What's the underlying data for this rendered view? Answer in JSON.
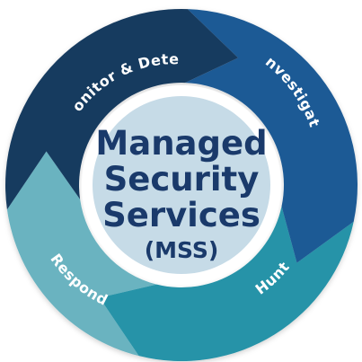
{
  "center": {
    "lines": [
      "Managed",
      "Security",
      "Services"
    ],
    "abbreviation": "(MSS)",
    "fill_color": "#c6dbe7",
    "text_color": "#1a3a6b"
  },
  "segments": [
    {
      "label": "Monitor & Detect",
      "color": "#163a5f"
    },
    {
      "label": "Investigate",
      "color": "#1c5a95"
    },
    {
      "label": "Hunt",
      "color": "#2593a8"
    },
    {
      "label": "Respond",
      "color": "#6ab3c0"
    }
  ]
}
